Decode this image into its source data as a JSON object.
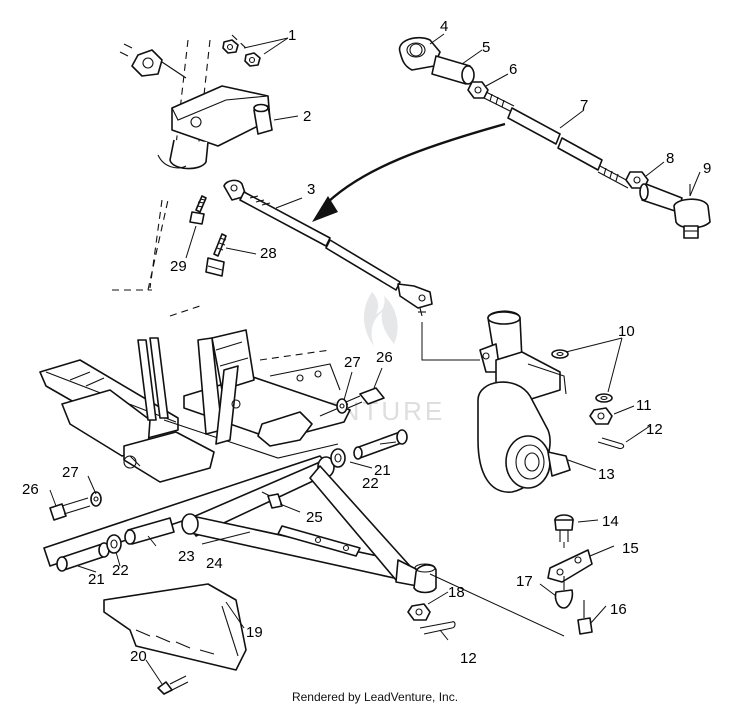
{
  "diagram": {
    "callouts": [
      "1",
      "2",
      "3",
      "4",
      "5",
      "6",
      "7",
      "8",
      "9",
      "10",
      "11",
      "12",
      "13",
      "14",
      "15",
      "16",
      "17",
      "18",
      "19",
      "20",
      "21",
      "22",
      "23",
      "24",
      "25",
      "26",
      "27",
      "28",
      "29"
    ],
    "watermark": "VENTURE",
    "credit": "Rendered by LeadVenture, Inc."
  }
}
